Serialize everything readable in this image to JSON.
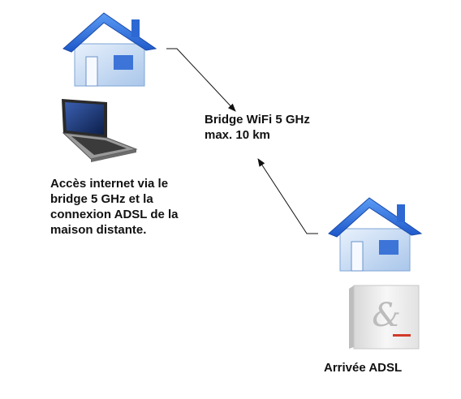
{
  "center": {
    "line1": "Bridge WiFi 5 GHz",
    "line2": "max. 10 km"
  },
  "left_caption": {
    "lines": [
      "Accès internet via le",
      "bridge 5 GHz et la",
      "connexion ADSL de la",
      "maison distante."
    ]
  },
  "right_caption": {
    "label": "Arrivée ADSL"
  },
  "icons": {
    "house_top": "house-icon",
    "laptop": "laptop-icon",
    "house_bottom": "house-icon",
    "router": "adsl-router-icon"
  },
  "colors": {
    "roof": "#2f6fe0",
    "wall": "#cfe1f7",
    "arrow": "#111111"
  }
}
